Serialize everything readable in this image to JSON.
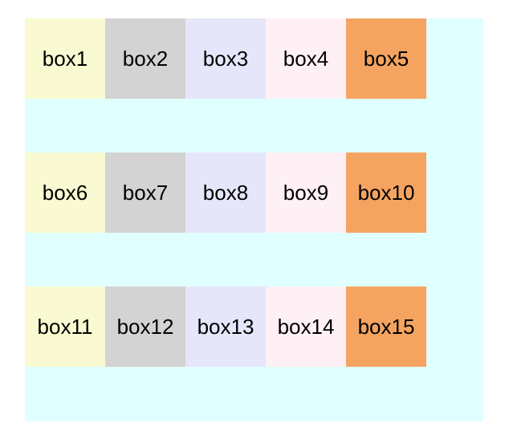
{
  "page": {
    "background_color": "#ffffff",
    "text_color": "#000000"
  },
  "container": {
    "background_color": "#e0ffff"
  },
  "palette": {
    "yellow": "#fafad2",
    "gray": "#d3d3d3",
    "lavender": "#e6e6fa",
    "pink": "#fff0f5",
    "orange": "#f4a460"
  },
  "rows": [
    {
      "boxes": [
        {
          "label": "box1",
          "color": "#fafad2"
        },
        {
          "label": "box2",
          "color": "#d3d3d3"
        },
        {
          "label": "box3",
          "color": "#e6e6fa"
        },
        {
          "label": "box4",
          "color": "#fff0f5"
        },
        {
          "label": "box5",
          "color": "#f4a460"
        }
      ]
    },
    {
      "boxes": [
        {
          "label": "box6",
          "color": "#fafad2"
        },
        {
          "label": "box7",
          "color": "#d3d3d3"
        },
        {
          "label": "box8",
          "color": "#e6e6fa"
        },
        {
          "label": "box9",
          "color": "#fff0f5"
        },
        {
          "label": "box10",
          "color": "#f4a460"
        }
      ]
    },
    {
      "boxes": [
        {
          "label": "box11",
          "color": "#fafad2"
        },
        {
          "label": "box12",
          "color": "#d3d3d3"
        },
        {
          "label": "box13",
          "color": "#e6e6fa"
        },
        {
          "label": "box14",
          "color": "#fff0f5"
        },
        {
          "label": "box15",
          "color": "#f4a460"
        }
      ]
    }
  ]
}
